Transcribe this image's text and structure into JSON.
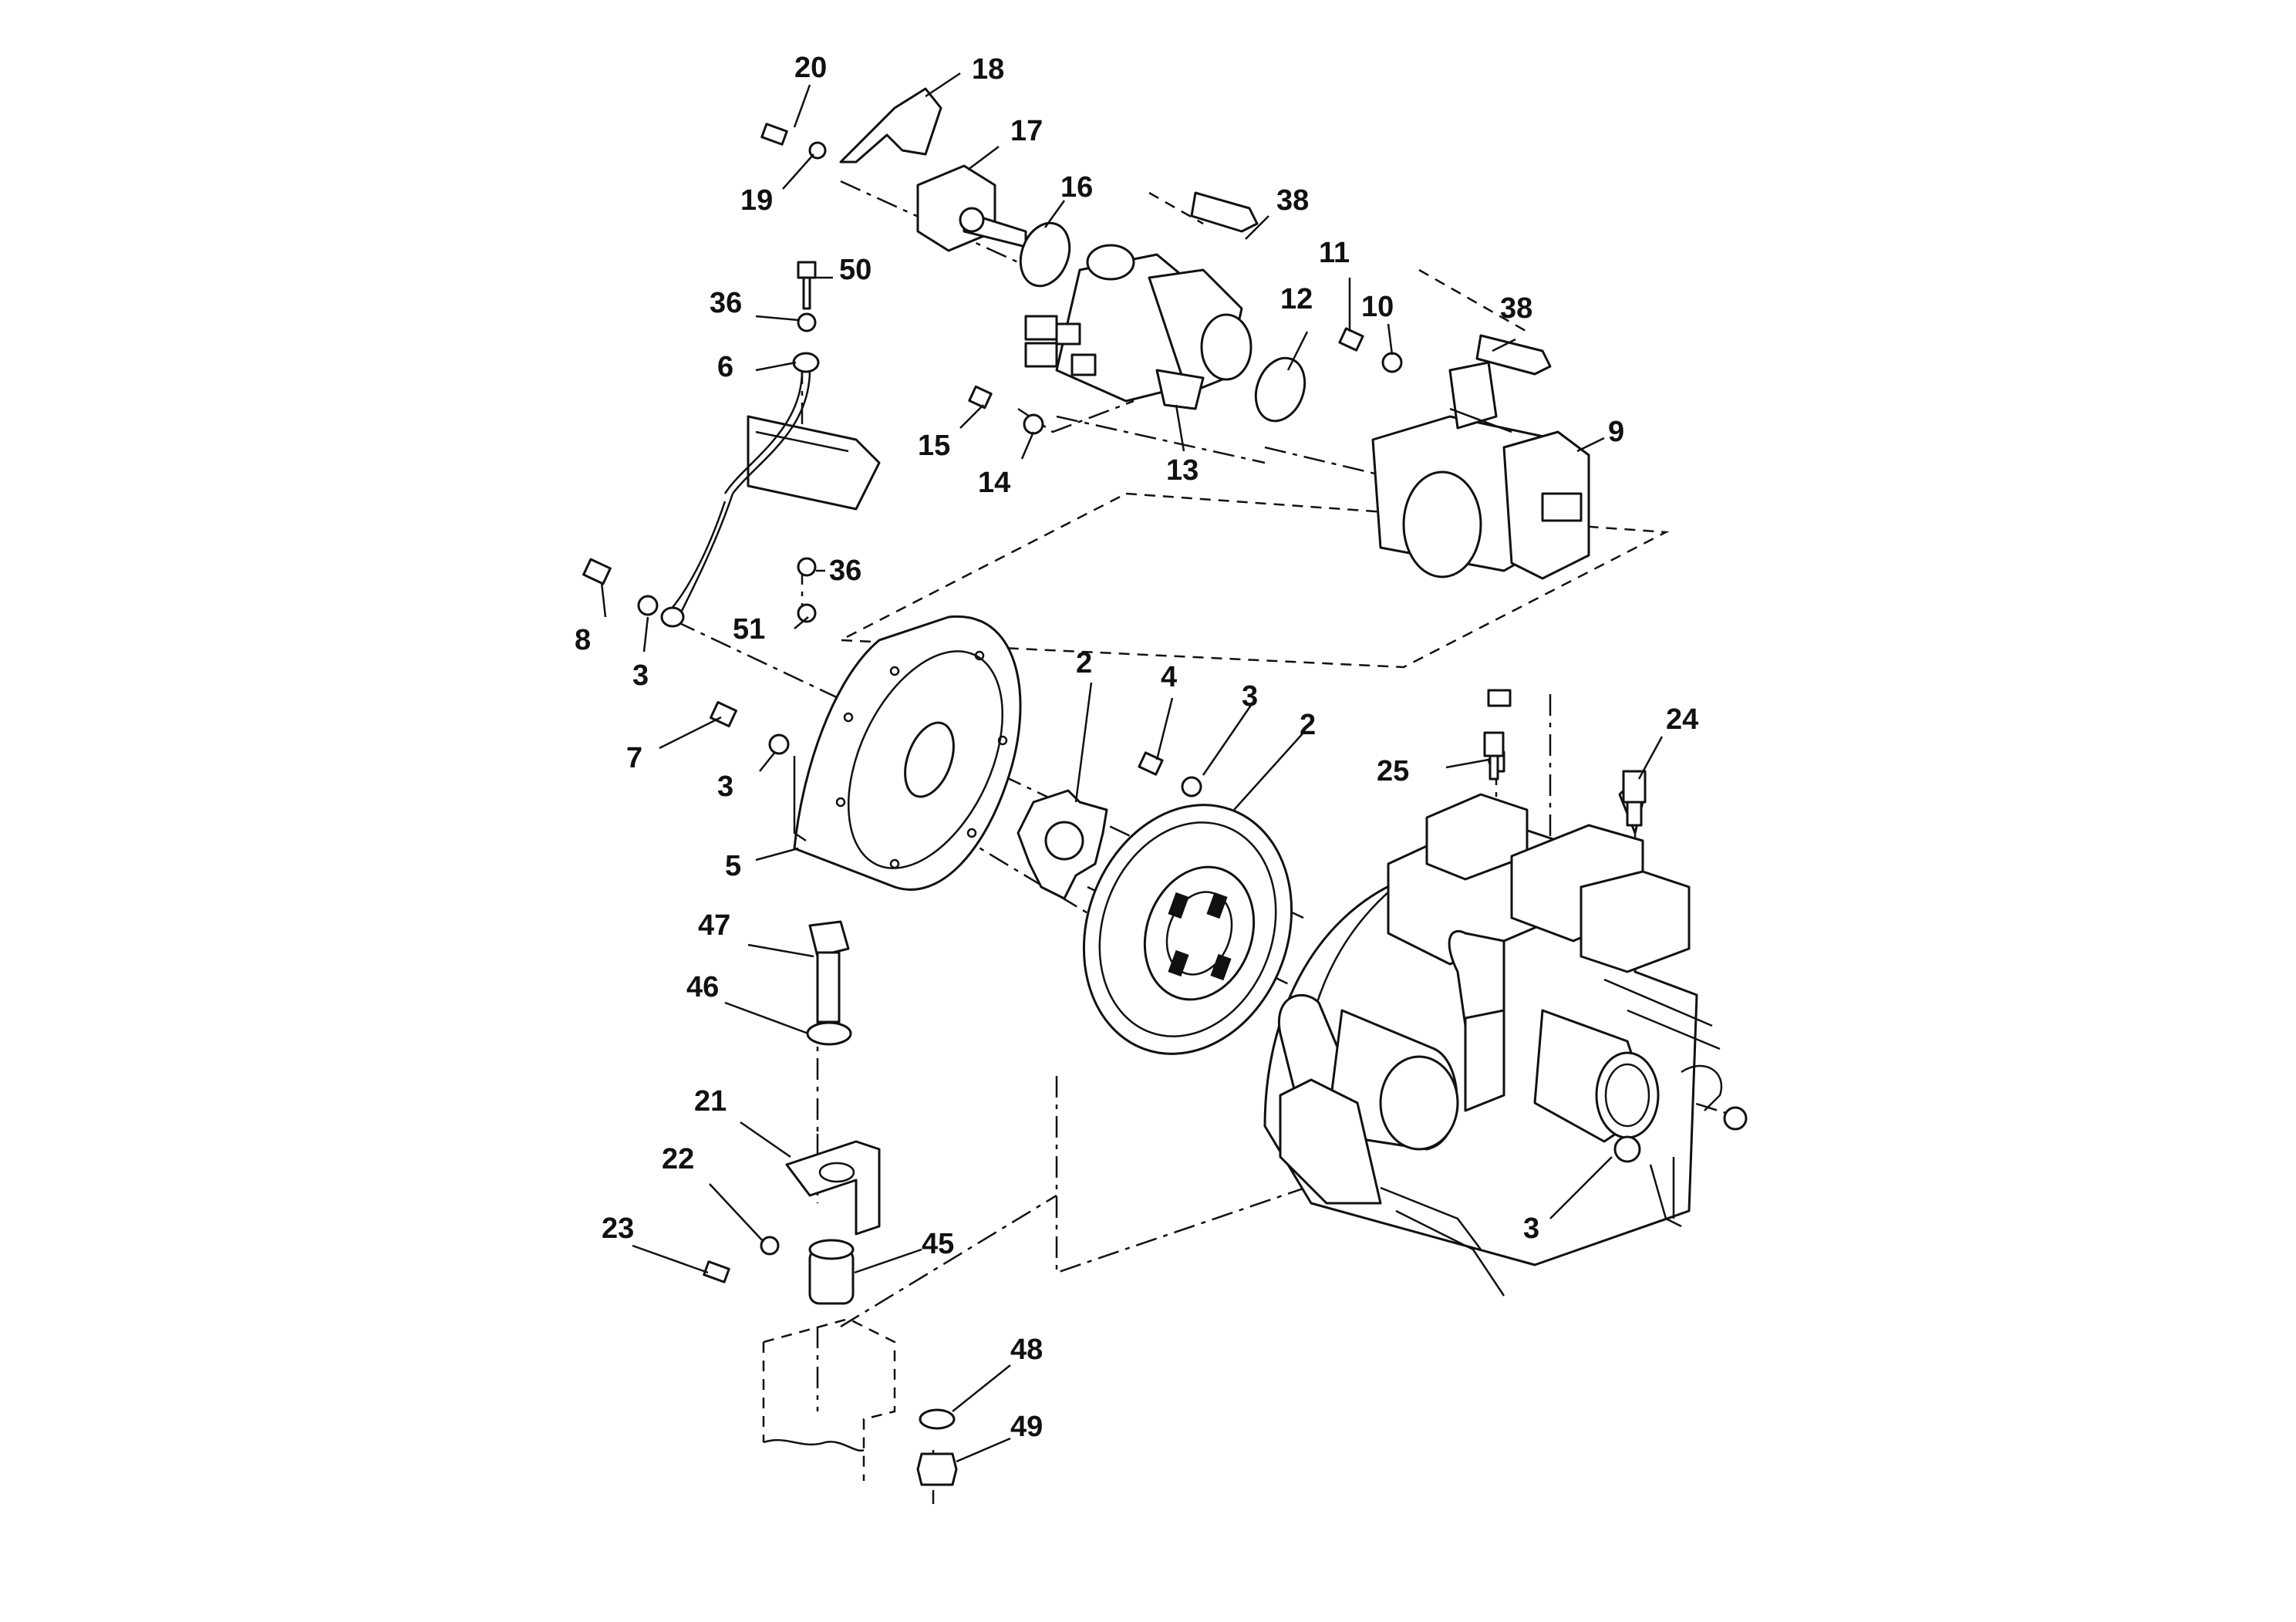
{
  "diagram": {
    "style": "exploded-view parts drawing",
    "line_color": "#111111",
    "background": "#ffffff",
    "callouts": {
      "c20": "20",
      "c18": "18",
      "c19": "19",
      "c17": "17",
      "c16": "16",
      "c38a": "38",
      "c50": "50",
      "c36a": "36",
      "c6": "6",
      "c11": "11",
      "c10": "10",
      "c12": "12",
      "c38b": "38",
      "c15": "15",
      "c14": "14",
      "c13": "13",
      "c9": "9",
      "c36b": "36",
      "c8": "8",
      "c3a": "3",
      "c51": "51",
      "c2a": "2",
      "c4": "4",
      "c3b": "3",
      "c2b": "2",
      "c7": "7",
      "c3c": "3",
      "c24": "24",
      "c25": "25",
      "c5": "5",
      "c47": "47",
      "c46": "46",
      "c21": "21",
      "c22": "22",
      "c23": "23",
      "c45": "45",
      "c3d": "3",
      "c48": "48",
      "c49": "49"
    }
  }
}
